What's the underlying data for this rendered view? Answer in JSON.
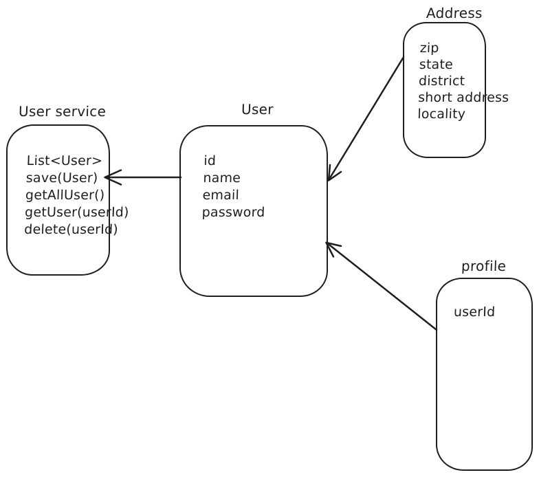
{
  "canvas": {
    "background": "#ffffff",
    "stroke_color": "#1e1e1e"
  },
  "entities": {
    "user_service": {
      "title": "User service",
      "fields": [
        "List<User>",
        "save(User)",
        "getAllUser()",
        "getUser(userId)",
        "delete(userId)"
      ]
    },
    "user": {
      "title": "User",
      "fields": [
        "id",
        "name",
        "email",
        "password"
      ]
    },
    "address": {
      "title": "Address",
      "fields": [
        "zip",
        "state",
        "district",
        "short address",
        "locality"
      ]
    },
    "profile": {
      "title": "profile",
      "fields": [
        "userId"
      ]
    }
  },
  "relations": [
    {
      "from": "User",
      "to": "User service"
    },
    {
      "from": "Address",
      "to": "User"
    },
    {
      "from": "profile",
      "to": "User"
    }
  ]
}
